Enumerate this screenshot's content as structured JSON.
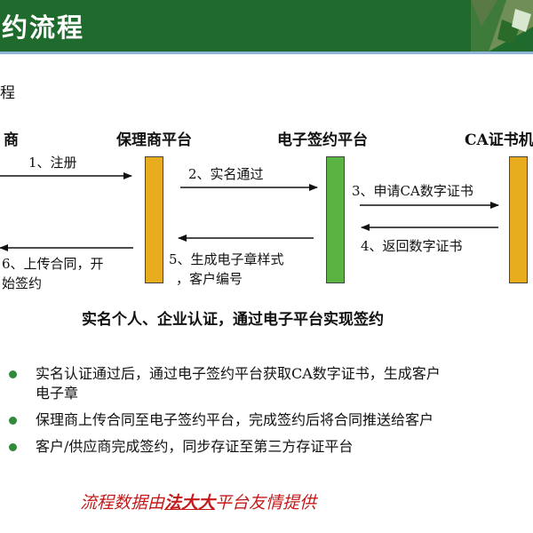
{
  "header": {
    "title": "约流程"
  },
  "subtitle": "程",
  "lanes": {
    "left": "商",
    "factoring": "保理商平台",
    "esign": "电子签约平台",
    "ca": "CA证书机"
  },
  "steps": {
    "s1": "1、注册",
    "s2": "2、实名通过",
    "s3": "3、申请CA数字证书",
    "s4": "4、返回数字证书",
    "s5_line1": "5、生成电子章样式",
    "s5_line2": "，客户编号",
    "s6_line1": "6、上传合同，开",
    "s6_line2": "始签约"
  },
  "caption": "实名个人、企业认证，通过电子平台实现签约",
  "bullets": [
    {
      "line1": "实名认证通过后，通过电子签约平台获取CA数字证书，生成客户",
      "line2": "电子章"
    },
    {
      "line1": "保理商上传合同至电子签约平台，完成签约后将合同推送给客户"
    },
    {
      "line1": "客户/供应商完成签约，同步存证至第三方存证平台"
    }
  ],
  "footer": {
    "prefix": "流程数据由",
    "brand": "法大大",
    "suffix": "平台友情提供"
  },
  "colors": {
    "header_bg": "#1f6b2e",
    "bar_yellow": "#e8ad1f",
    "bar_green": "#5bb441",
    "footer_red": "#c41a1a",
    "bullet_green": "#2f8a3a"
  }
}
